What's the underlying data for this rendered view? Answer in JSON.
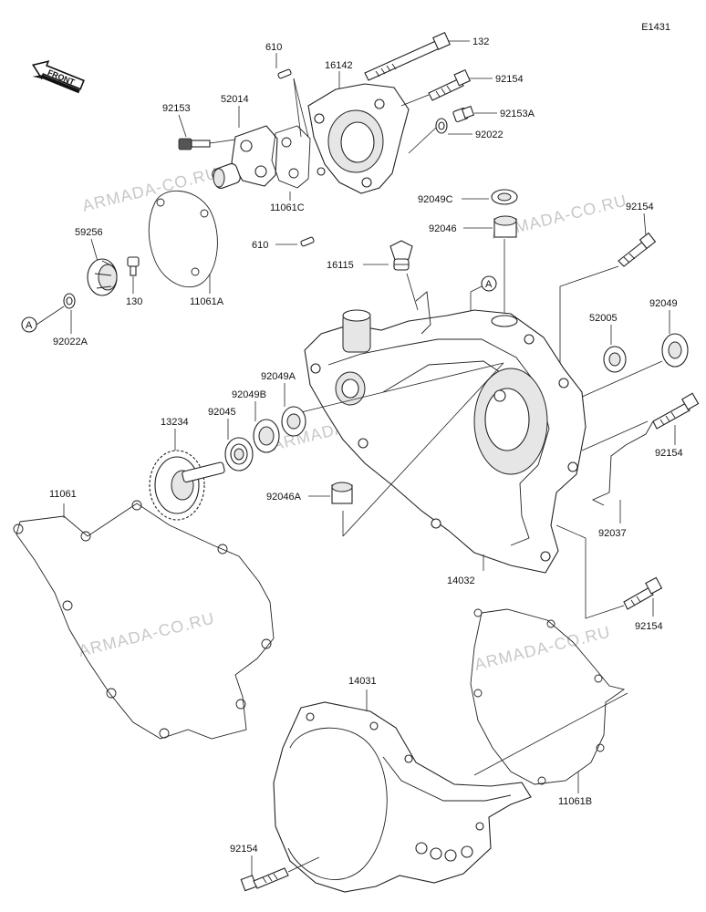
{
  "diagram_code": "E1431",
  "front_label": "FRONT",
  "watermark": "ARMADA-CO.RU",
  "ref_marker": "A",
  "labels": {
    "p132": "132",
    "p610a": "610",
    "p610b": "610",
    "p16142": "16142",
    "p92154_top": "92154",
    "p92153": "92153",
    "p52014": "52014",
    "p92153A": "92153A",
    "p92022": "92022",
    "p11061C": "11061C",
    "p92049C": "92049C",
    "p92154_right": "92154",
    "p59256": "59256",
    "p92046": "92046",
    "p130": "130",
    "p11061A": "11061A",
    "p92022A": "92022A",
    "p16115": "16115",
    "p52005": "52005",
    "p92049": "92049",
    "p92049A": "92049A",
    "p92049B": "92049B",
    "p13234": "13234",
    "p92045": "92045",
    "p92154_mid": "92154",
    "p11061": "11061",
    "p92046A": "92046A",
    "p92037": "92037",
    "p14032": "14032",
    "p92154_low": "92154",
    "p14031": "14031",
    "p11061B": "11061B",
    "p92154_bottom": "92154"
  }
}
